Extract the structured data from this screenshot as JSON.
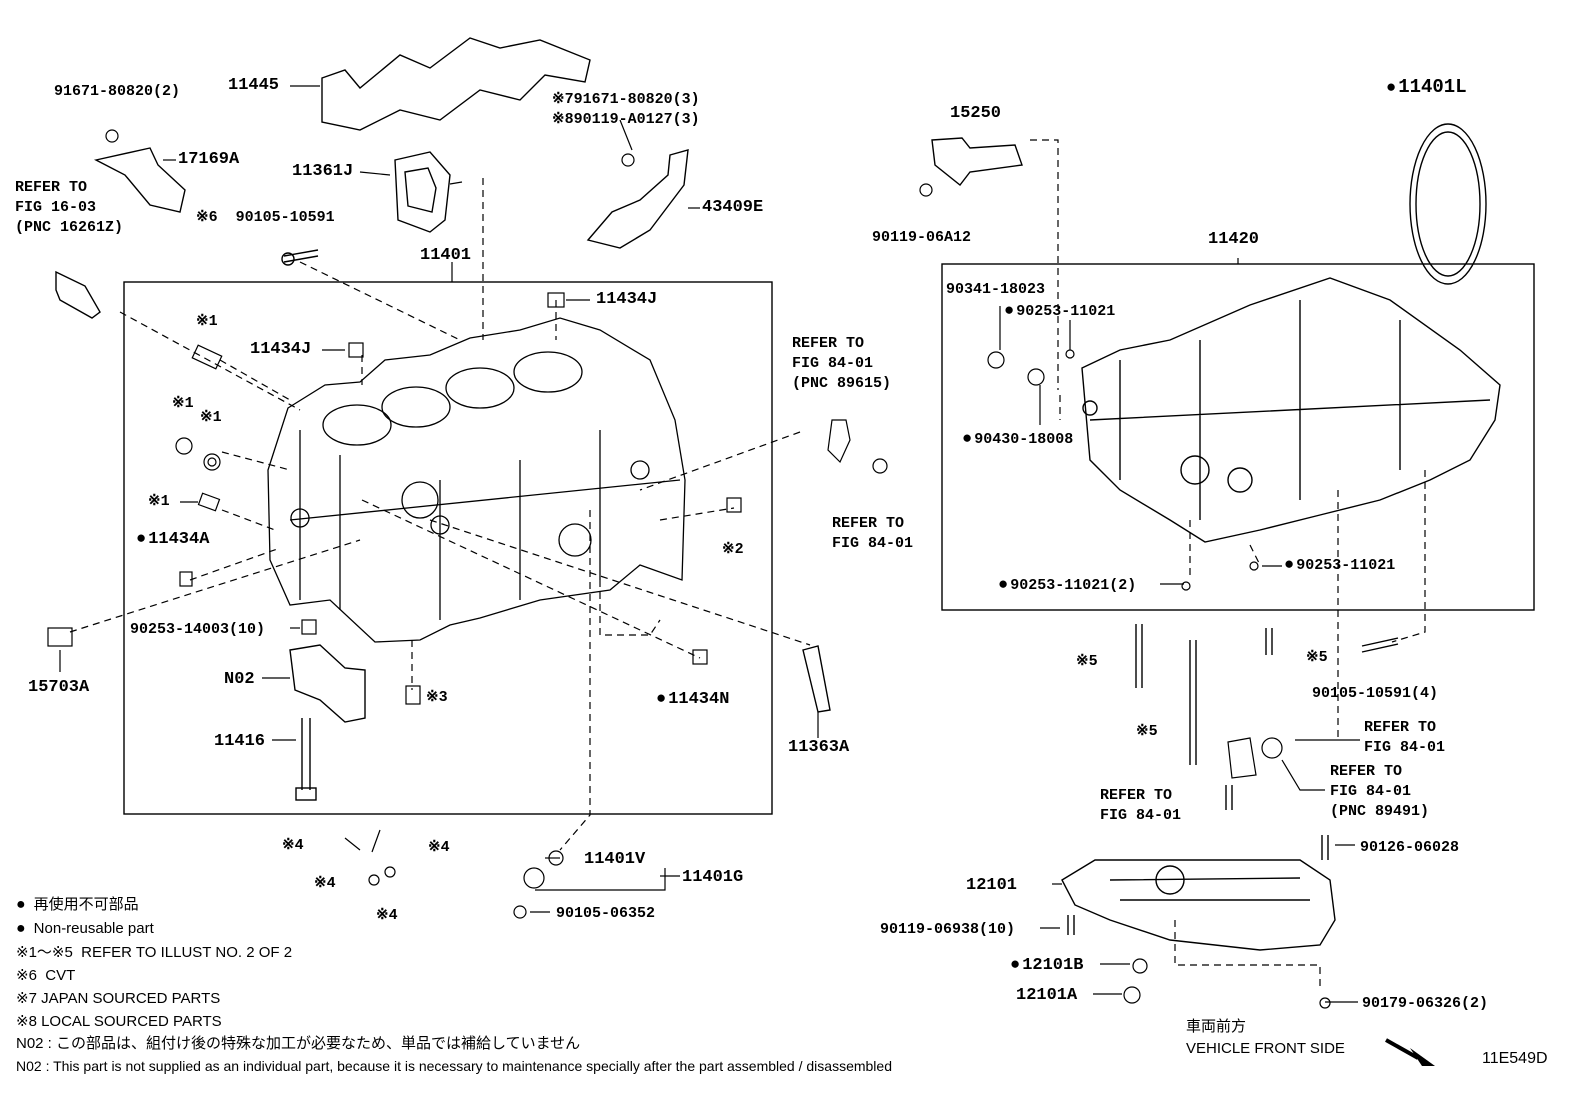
{
  "callouts": [
    {
      "key": "c_11445",
      "text": "11445"
    },
    {
      "key": "c_91671_2",
      "text": "91671-80820(2)"
    },
    {
      "key": "c_17169a",
      "text": "17169A"
    },
    {
      "key": "c_refer_1603",
      "text": "REFER TO"
    },
    {
      "key": "c_refer_1603b",
      "text": "FIG 16-03"
    },
    {
      "key": "c_refer_1603c",
      "text": "(PNC 16261Z)"
    },
    {
      "key": "c_11361j",
      "text": "11361J"
    },
    {
      "key": "c_x6",
      "text": "※6  90105-10591"
    },
    {
      "key": "c_x7",
      "text": "※791671-80820(3)"
    },
    {
      "key": "c_x8",
      "text": "※890119-A0127(3)"
    },
    {
      "key": "c_43409e",
      "text": "43409E"
    },
    {
      "key": "c_11401",
      "text": "11401"
    },
    {
      "key": "c_11434j_a",
      "text": "11434J"
    },
    {
      "key": "c_11434j_b",
      "text": "11434J"
    },
    {
      "key": "c_x1_a",
      "text": "※1"
    },
    {
      "key": "c_x1_b",
      "text": "※1"
    },
    {
      "key": "c_x1_c",
      "text": "※1"
    },
    {
      "key": "c_x1_d",
      "text": "※1"
    },
    {
      "key": "c_11434a",
      "text": "11434A"
    },
    {
      "key": "c_x2",
      "text": "※2"
    },
    {
      "key": "c_90253_14003",
      "text": "90253-14003(10)"
    },
    {
      "key": "c_15703a",
      "text": "15703A"
    },
    {
      "key": "c_n02",
      "text": "N02"
    },
    {
      "key": "c_x3",
      "text": "※3"
    },
    {
      "key": "c_11434n",
      "text": "11434N"
    },
    {
      "key": "c_11416",
      "text": "11416"
    },
    {
      "key": "c_11363a",
      "text": "11363A"
    },
    {
      "key": "c_refer_8401_a1",
      "text": "REFER TO"
    },
    {
      "key": "c_refer_8401_a2",
      "text": "FIG 84-01"
    },
    {
      "key": "c_refer_8401_a3",
      "text": "(PNC 89615)"
    },
    {
      "key": "c_refer_8401_b1",
      "text": "REFER TO"
    },
    {
      "key": "c_refer_8401_b2",
      "text": "FIG 84-01"
    },
    {
      "key": "c_x4_a",
      "text": "※4"
    },
    {
      "key": "c_x4_b",
      "text": "※4"
    },
    {
      "key": "c_x4_c",
      "text": "※4"
    },
    {
      "key": "c_x4_d",
      "text": "※4"
    },
    {
      "key": "c_11401v",
      "text": "11401V"
    },
    {
      "key": "c_11401g",
      "text": "11401G"
    },
    {
      "key": "c_90105_06352",
      "text": "90105-06352"
    },
    {
      "key": "c_15250",
      "text": "15250"
    },
    {
      "key": "c_90119_06a12",
      "text": "90119-06A12"
    },
    {
      "key": "c_11401l",
      "text": "11401L"
    },
    {
      "key": "c_11420",
      "text": "11420"
    },
    {
      "key": "c_90341",
      "text": "90341-18023"
    },
    {
      "key": "c_90253_11021_a",
      "text": "90253-11021"
    },
    {
      "key": "c_90430",
      "text": "90430-18008"
    },
    {
      "key": "c_90253_11021_b",
      "text": "90253-11021"
    },
    {
      "key": "c_90253_11021_c",
      "text": "90253-11021(2)"
    },
    {
      "key": "c_x5_a",
      "text": "※5"
    },
    {
      "key": "c_x5_b",
      "text": "※5"
    },
    {
      "key": "c_x5_c",
      "text": "※5"
    },
    {
      "key": "c_90105_10591_4",
      "text": "90105-10591(4)"
    },
    {
      "key": "c_refer_c1",
      "text": "REFER TO"
    },
    {
      "key": "c_refer_c2",
      "text": "FIG 84-01"
    },
    {
      "key": "c_refer_d1",
      "text": "REFER TO"
    },
    {
      "key": "c_refer_d2",
      "text": "FIG 84-01"
    },
    {
      "key": "c_refer_d3",
      "text": "(PNC 89491)"
    },
    {
      "key": "c_refer_e1",
      "text": "REFER TO"
    },
    {
      "key": "c_refer_e2",
      "text": "FIG 84-01"
    },
    {
      "key": "c_90126",
      "text": "90126-06028"
    },
    {
      "key": "c_12101",
      "text": "12101"
    },
    {
      "key": "c_90119_06938",
      "text": "90119-06938(10)"
    },
    {
      "key": "c_12101b",
      "text": "12101B"
    },
    {
      "key": "c_12101a",
      "text": "12101A"
    },
    {
      "key": "c_90179",
      "text": "90179-06326(2)"
    }
  ],
  "legend": {
    "line1": "再使用不可部品",
    "line2": "Non-reusable part",
    "line3": "※1〜※5  REFER TO ILLUST NO. 2 OF 2",
    "line4": "※6  CVT",
    "line5": "※7 JAPAN SOURCED PARTS",
    "line6": "※8 LOCAL SOURCED PARTS",
    "line7": "N02 : この部品は、組付け後の特殊な加工が必要なため、単品では補給していません",
    "line8": "N02 : This part is not supplied as an individual part, because it is necessary to maintenance specially after the part assembled / disassembled"
  },
  "front": {
    "jp": "車両前方",
    "en": "VEHICLE FRONT SIDE"
  },
  "illust_id": "11E549D"
}
